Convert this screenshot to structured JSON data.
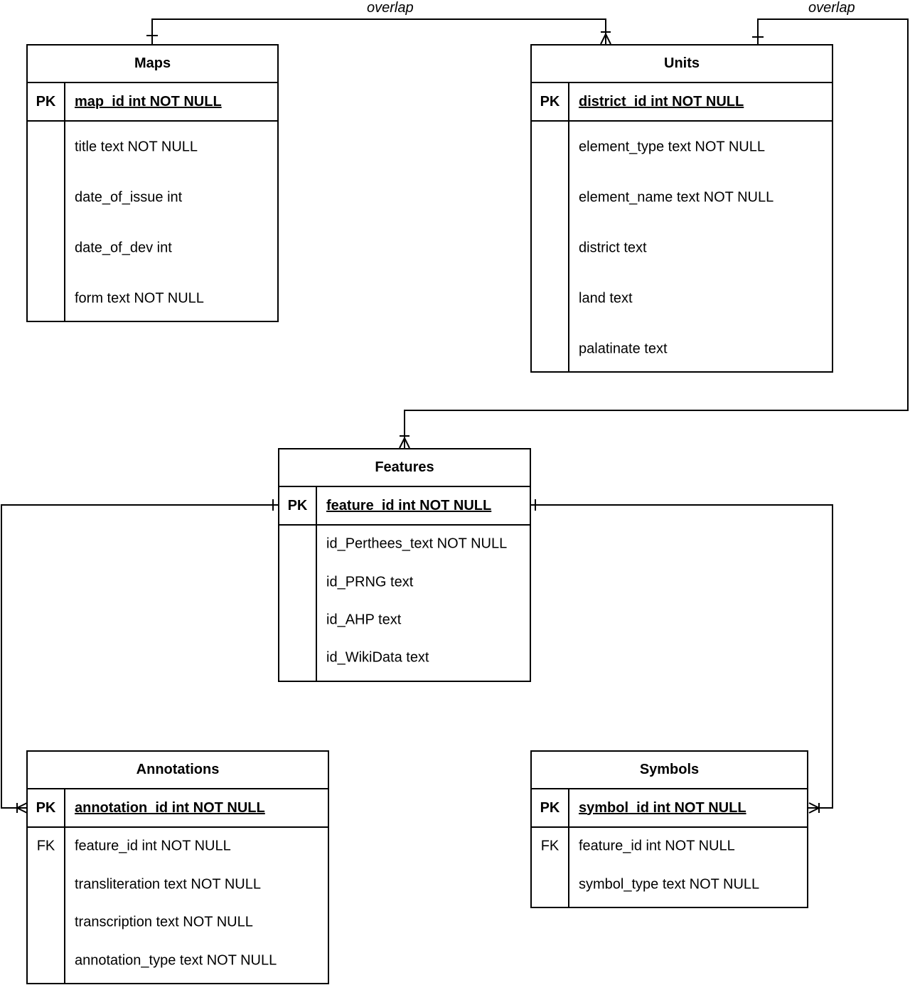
{
  "relationship_labels": [
    "overlap",
    "overlap"
  ],
  "entities": {
    "maps": {
      "title": "Maps",
      "pk_marker": "PK",
      "pk_field": "map_id int NOT NULL",
      "fields": [
        "title text NOT NULL",
        "date_of_issue int",
        "date_of_dev int",
        "form text NOT NULL"
      ]
    },
    "units": {
      "title": "Units",
      "pk_marker": "PK",
      "pk_field": "district_id int NOT NULL",
      "fields": [
        "element_type text NOT NULL",
        "element_name text NOT NULL",
        "district text",
        "land text",
        "palatinate text"
      ]
    },
    "features": {
      "title": "Features",
      "pk_marker": "PK",
      "pk_field": "feature_id int NOT NULL",
      "fields": [
        "id_Perthees_text NOT NULL",
        "id_PRNG text",
        "id_AHP text",
        "id_WikiData text"
      ]
    },
    "annotations": {
      "title": "Annotations",
      "pk_marker": "PK",
      "pk_field": "annotation_id int NOT NULL",
      "fk_marker": "FK",
      "fields": [
        "feature_id int NOT NULL",
        "transliteration text NOT NULL",
        "transcription text NOT NULL",
        "annotation_type text NOT NULL"
      ]
    },
    "symbols": {
      "title": "Symbols",
      "pk_marker": "PK",
      "pk_field": "symbol_id int NOT NULL",
      "fk_marker": "FK",
      "fields": [
        "feature_id int NOT NULL",
        "symbol_type text NOT NULL"
      ]
    }
  }
}
